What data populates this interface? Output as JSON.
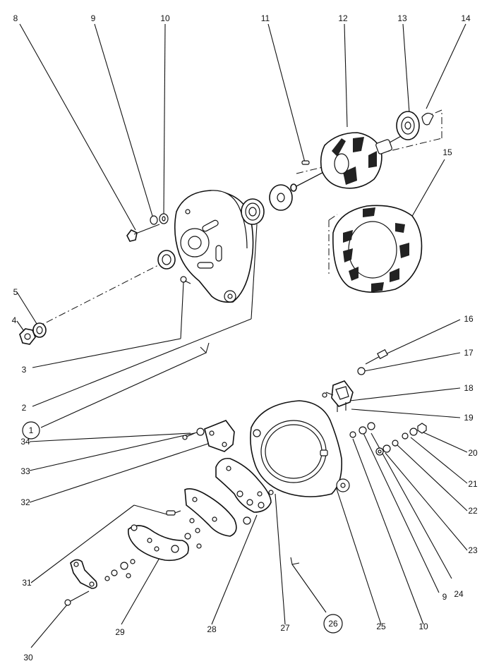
{
  "callouts": {
    "c1": "1",
    "c2": "2",
    "c3": "3",
    "c4": "4",
    "c5": "5",
    "c8": "8",
    "c9a": "9",
    "c10a": "10",
    "c11": "11",
    "c12": "12",
    "c13": "13",
    "c14": "14",
    "c15": "15",
    "c16": "16",
    "c17": "17",
    "c18": "18",
    "c19": "19",
    "c20": "20",
    "c21": "21",
    "c22": "22",
    "c23": "23",
    "c24": "24",
    "c9b": "9",
    "c10b": "10",
    "c25": "25",
    "c26": "26",
    "c27": "27",
    "c28": "28",
    "c29": "29",
    "c30": "30",
    "c31": "31",
    "c32": "32",
    "c33": "33",
    "c34": "34"
  },
  "circled_callouts": [
    "1",
    "26"
  ]
}
